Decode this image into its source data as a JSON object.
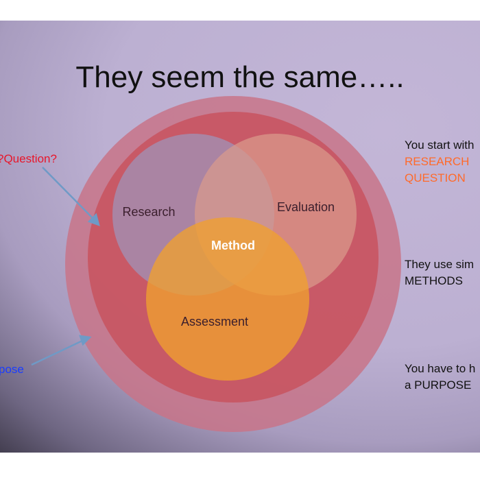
{
  "title": "They seem the same…..",
  "diagram": {
    "outer_circle_label": "",
    "circles": {
      "research": "Research",
      "evaluation": "Evaluation",
      "method": "Method",
      "assessment": "Assessment"
    }
  },
  "left_labels": {
    "question": "?Question?",
    "purpose": "pose"
  },
  "right_notes": {
    "note1_line1": "You start with",
    "note1_line2": "RESEARCH",
    "note1_line3": "QUESTION",
    "note2_line1": "They use sim",
    "note2_line2": "METHODS",
    "note3_line1": "You have to h",
    "note3_line2": "a PURPOSE"
  },
  "colors": {
    "outer_ring": "#c87488",
    "inner_ring": "#c85562",
    "research": "#a58cae",
    "evaluation": "#d4877d",
    "assessment": "#f0a030",
    "question_label": "#e8162a",
    "purpose_label": "#1a3cff",
    "accent": "#ff6a2a"
  }
}
